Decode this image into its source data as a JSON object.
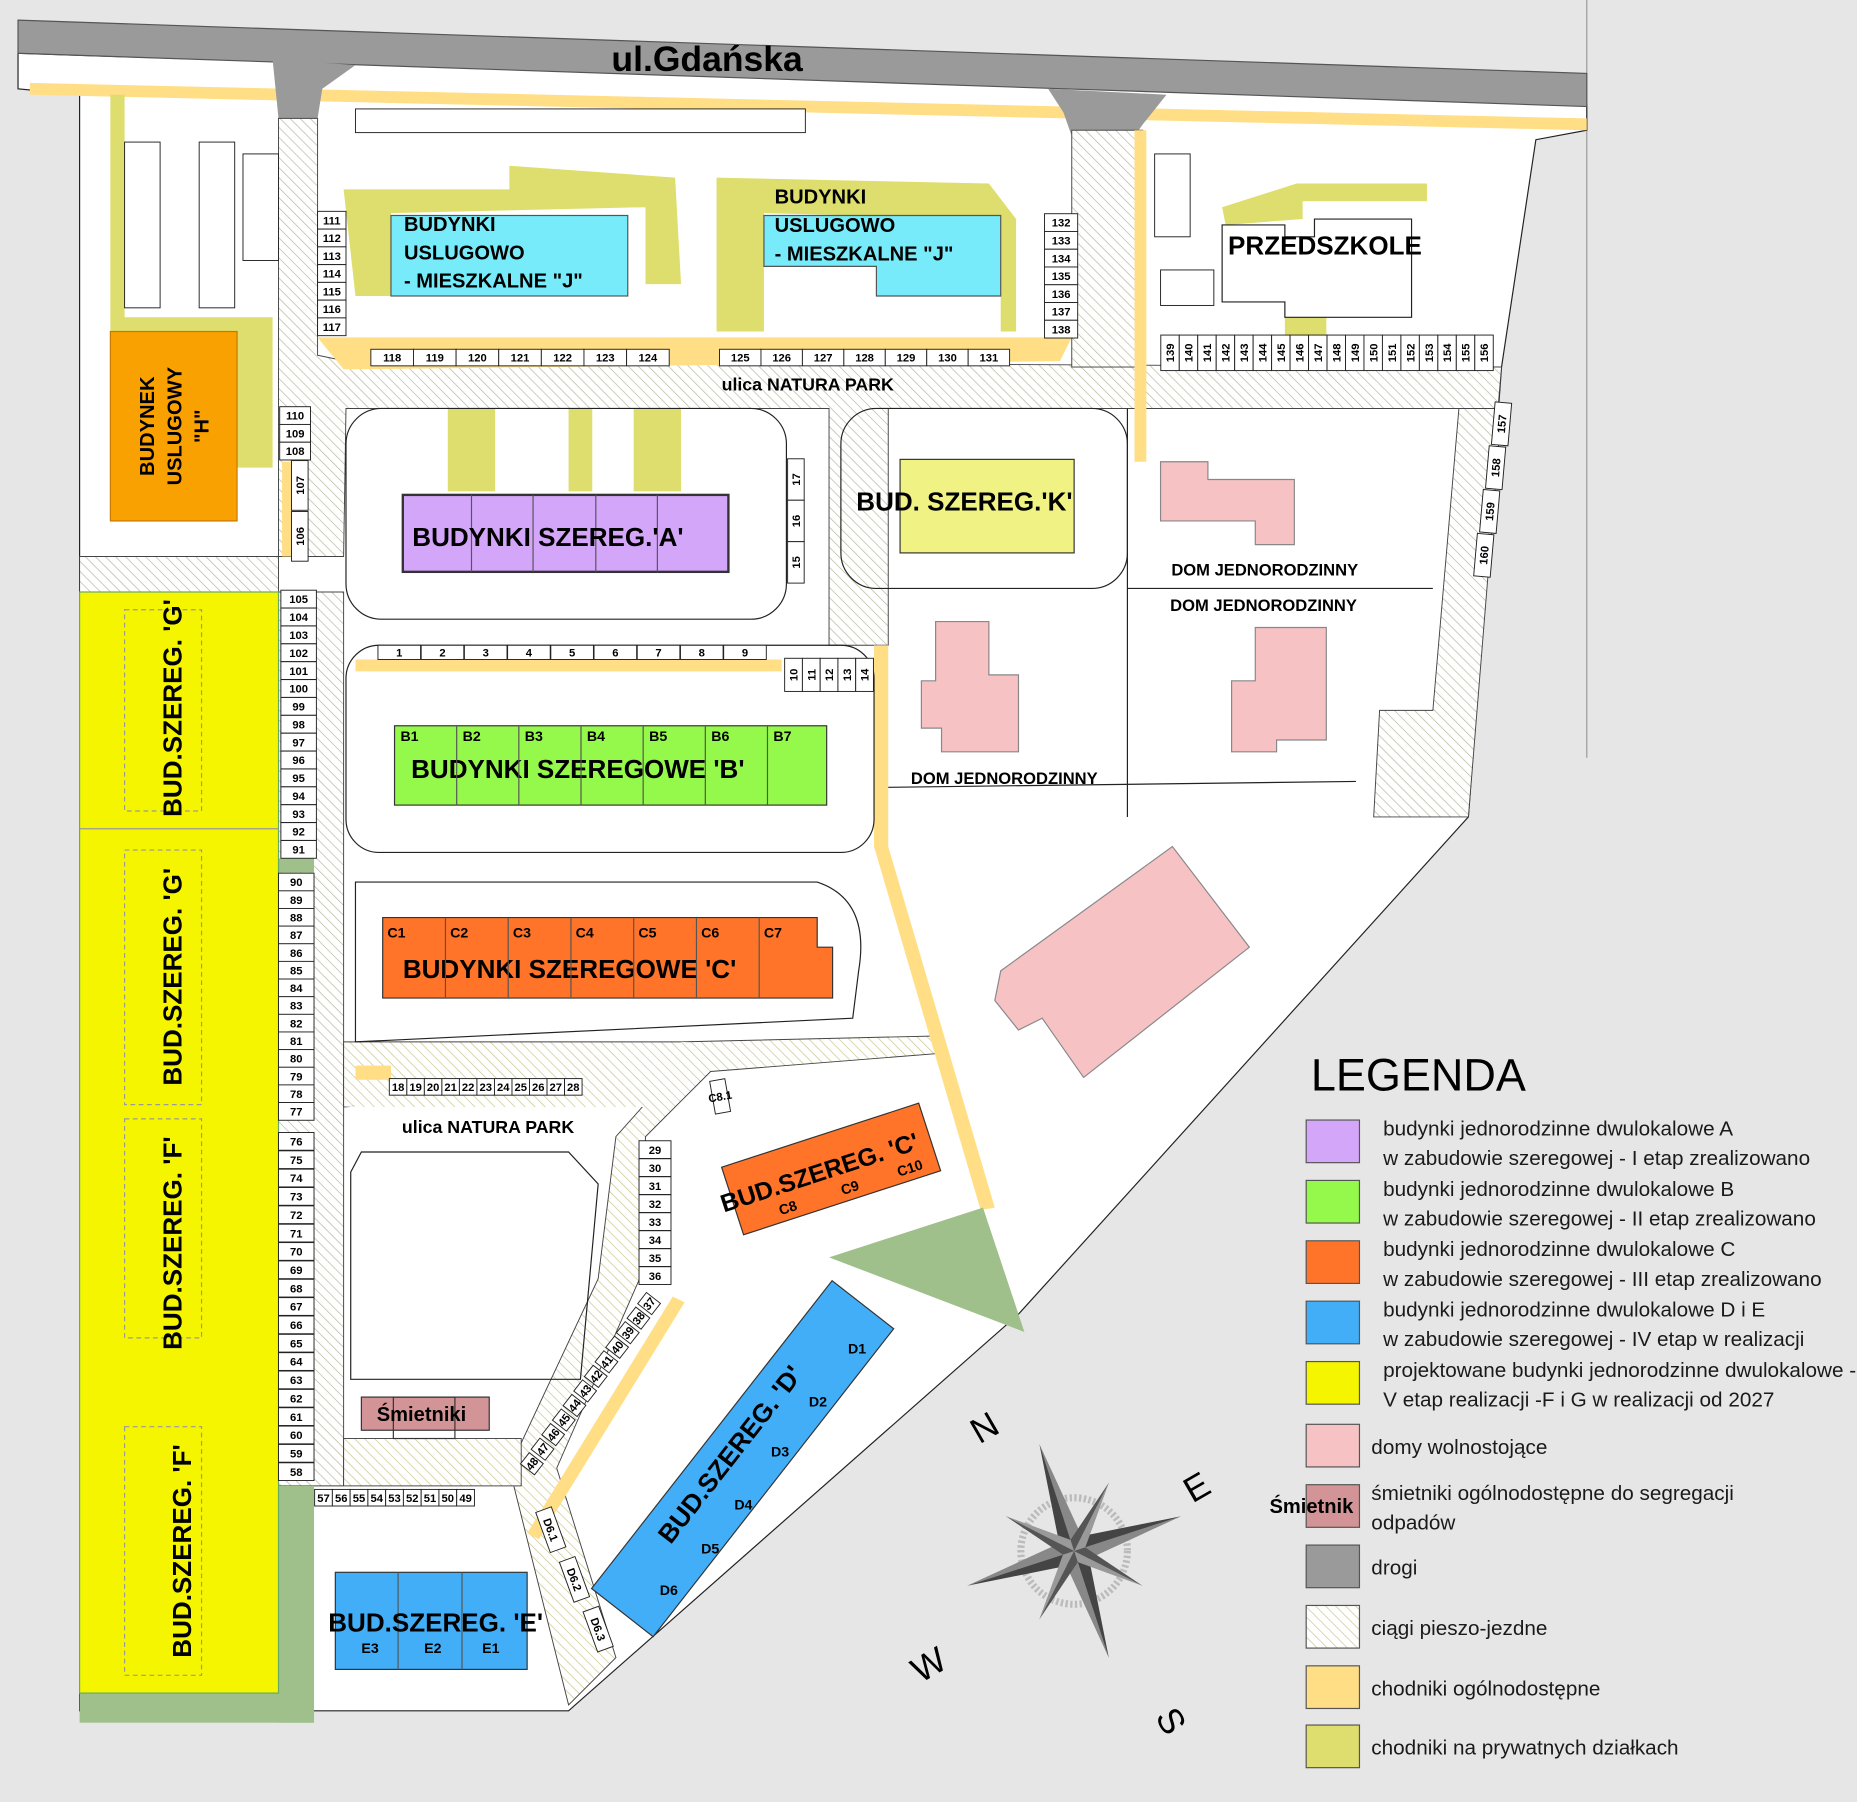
{
  "street_main": "ul.Gdańska",
  "street_inner": [
    "ulica  NATURA PARK",
    "ulica  NATURA PARK"
  ],
  "buildings": {
    "A": "BUDYNKI SZEREG.'A'",
    "B": "BUDYNKI SZEREGOWE 'B'",
    "B_units": [
      "B1",
      "B2",
      "B3",
      "B4",
      "B5",
      "B6",
      "B7"
    ],
    "C": "BUDYNKI SZEREGOWE 'C'",
    "C_units": [
      "C1",
      "C2",
      "C3",
      "C4",
      "C5",
      "C6",
      "C7"
    ],
    "C2": "BUD.SZEREG. 'C'",
    "C2_units": [
      "C8",
      "C9",
      "C10"
    ],
    "D": "BUD.SZEREG. 'D'",
    "D_units": [
      "D1",
      "D2",
      "D3",
      "D4",
      "D5",
      "D6"
    ],
    "E": "BUD.SZEREG. 'E'",
    "E_units": [
      "E3",
      "E2",
      "E1"
    ],
    "G": [
      "BUD.SZEREG. 'G'",
      "BUD.SZEREG. 'G'"
    ],
    "F": [
      "BUD.SZEREG. 'F'",
      "BUD.SZEREG. 'F'"
    ],
    "H": [
      "BUDYNEK",
      "USLUGOWY",
      "\"H\""
    ],
    "J1": [
      "BUDYNKI",
      "USLUGOWO",
      "- MIESZKALNE \"J\""
    ],
    "J2": [
      "BUDYNKI",
      "USLUGOWO",
      "- MIESZKALNE \"J\""
    ],
    "K": "BUD. SZEREG.'K'",
    "przedszkole": "PRZEDSZKOLE",
    "dom": [
      "DOM JEDNORODZINNY",
      "DOM JEDNORODZINNY",
      "DOM JEDNORODZINNY"
    ],
    "smietniki": "Śmietniki"
  },
  "lots": {
    "g111": [
      "111",
      "112",
      "113",
      "114",
      "115",
      "116",
      "117"
    ],
    "g118": [
      "118",
      "119",
      "120",
      "121",
      "122",
      "123",
      "124"
    ],
    "g125": [
      "125",
      "126",
      "127",
      "128",
      "129",
      "130",
      "131"
    ],
    "g132": [
      "132",
      "133",
      "134",
      "135",
      "136",
      "137",
      "138"
    ],
    "g139": [
      "139",
      "140",
      "141",
      "142",
      "143",
      "144",
      "145",
      "146",
      "147",
      "148",
      "149",
      "150",
      "151",
      "152",
      "153",
      "154",
      "155",
      "156"
    ],
    "g157": [
      "157",
      "158",
      "159",
      "160"
    ],
    "g108": [
      "110",
      "109",
      "108"
    ],
    "g106": [
      "107",
      "106"
    ],
    "g91": [
      "105",
      "104",
      "103",
      "102",
      "101",
      "100",
      "99",
      "98",
      "97",
      "96",
      "95",
      "94",
      "93",
      "92",
      "91"
    ],
    "g77": [
      "90",
      "89",
      "88",
      "87",
      "86",
      "85",
      "84",
      "83",
      "82",
      "81",
      "80",
      "79",
      "78",
      "77"
    ],
    "g58": [
      "76",
      "75",
      "74",
      "73",
      "72",
      "71",
      "70",
      "69",
      "68",
      "67",
      "66",
      "65",
      "64",
      "63",
      "62",
      "61",
      "60",
      "59",
      "58"
    ],
    "g1": [
      "1",
      "2",
      "3",
      "4",
      "5",
      "6",
      "7",
      "8",
      "9"
    ],
    "g10": [
      "10",
      "11",
      "12",
      "13",
      "14"
    ],
    "g15": [
      "17",
      "16",
      "15"
    ],
    "g18": [
      "18",
      "19",
      "20",
      "21",
      "22",
      "23",
      "24",
      "25",
      "26",
      "27",
      "28"
    ],
    "g29": [
      "29",
      "30",
      "31",
      "32",
      "33",
      "34",
      "35",
      "36"
    ],
    "g37": [
      "37",
      "38",
      "39",
      "40",
      "41",
      "42",
      "43",
      "44",
      "45",
      "46",
      "47",
      "48"
    ],
    "g49": [
      "57",
      "56",
      "55",
      "54",
      "53",
      "52",
      "51",
      "50",
      "49"
    ],
    "gD6": [
      "D6.1",
      "D6.2",
      "D6.3"
    ],
    "gC8": [
      "C8.1"
    ]
  },
  "compass": {
    "n": "N",
    "e": "E",
    "s": "S",
    "w": "W"
  },
  "legend": {
    "title": "LEGENDA",
    "items": [
      {
        "color": "#d4a6fa",
        "lines": [
          "budynki jednorodzinne dwulokalowe A",
          "w zabudowie szeregowej - I  etap zrealizowano"
        ]
      },
      {
        "color": "#94f94a",
        "lines": [
          "budynki jednorodzinne dwulokalowe B",
          "w zabudowie szeregowej - II  etap zrealizowano"
        ]
      },
      {
        "color": "#ff7429",
        "lines": [
          "budynki jednorodzinne dwulokalowe C",
          "w zabudowie szeregowej - III  etap zrealizowano"
        ]
      },
      {
        "color": "#42aef8",
        "lines": [
          "budynki jednorodzinne dwulokalowe D i E",
          "w zabudowie szeregowej - IV etap w realizacji"
        ]
      },
      {
        "color": "#f5f500",
        "lines": [
          "projektowane budynki jednorodzinne dwulokalowe -",
          "V etap realizacji -F i G w realizacji od 2027"
        ]
      },
      {
        "color": "#f7c2c4",
        "lines": [
          "domy wolnostojące"
        ]
      },
      {
        "color": "#d29496",
        "lines": [
          "śmietniki ogólnodostępne do segregacji",
          "odpadów"
        ],
        "swatch_text": "Śmietnik"
      },
      {
        "color": "#9a9a9a",
        "lines": [
          "drogi"
        ]
      },
      {
        "color": "hatch",
        "lines": [
          "ciągi  pieszo-jezdne"
        ]
      },
      {
        "color": "#ffde86",
        "lines": [
          "chodniki ogólnodostępne"
        ]
      },
      {
        "color": "#dede6e",
        "lines": [
          "chodniki na prywatnych działkach"
        ]
      }
    ]
  }
}
